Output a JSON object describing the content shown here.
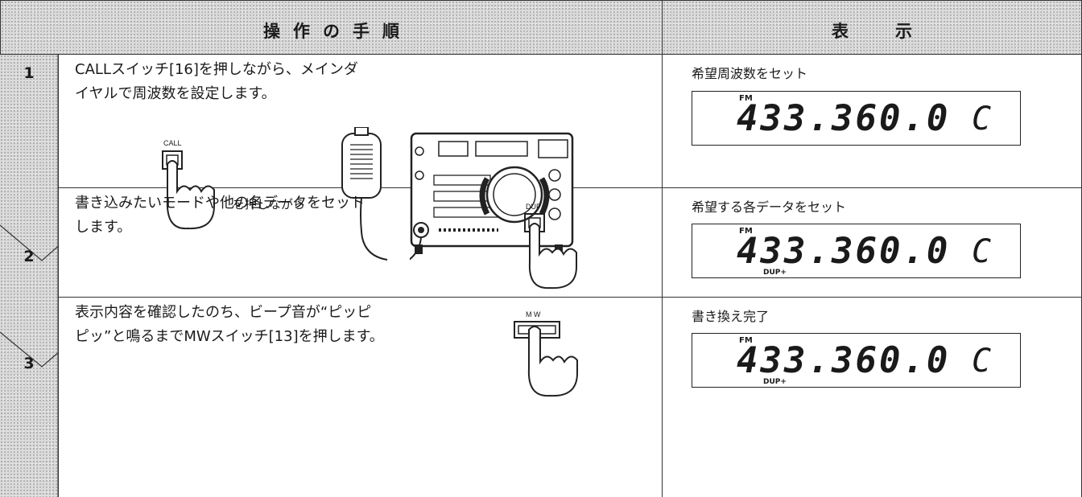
{
  "header": {
    "procedure_title": "操作の手順",
    "display_title": "表示"
  },
  "steps": [
    {
      "number": "1",
      "text": "CALLスイッチ[16]を押しながら、メインダ\nイヤルで周波数を設定します。",
      "button_label": "CALL",
      "caption": "を押しながら",
      "display_label": "希望周波数をセット",
      "display": {
        "mode": "FM",
        "frequency": "433.360.0",
        "channel": "C",
        "duplex": ""
      }
    },
    {
      "number": "2",
      "text": "書き込みたいモードや他の各データをセット\nします。",
      "button_label": "DUP",
      "display_label": "希望する各データをセット",
      "display": {
        "mode": "FM",
        "frequency": "433.360.0",
        "channel": "C",
        "duplex": "DUP+"
      }
    },
    {
      "number": "3",
      "text": "表示内容を確認したのち、ビープ音が“ピッピ\nピッ”と鳴るまでMWスイッチ[13]を押します。",
      "button_label": "M W",
      "display_label": "書き換え完了",
      "display": {
        "mode": "FM",
        "frequency": "433.360.0",
        "channel": "C",
        "duplex": "DUP+"
      }
    }
  ]
}
